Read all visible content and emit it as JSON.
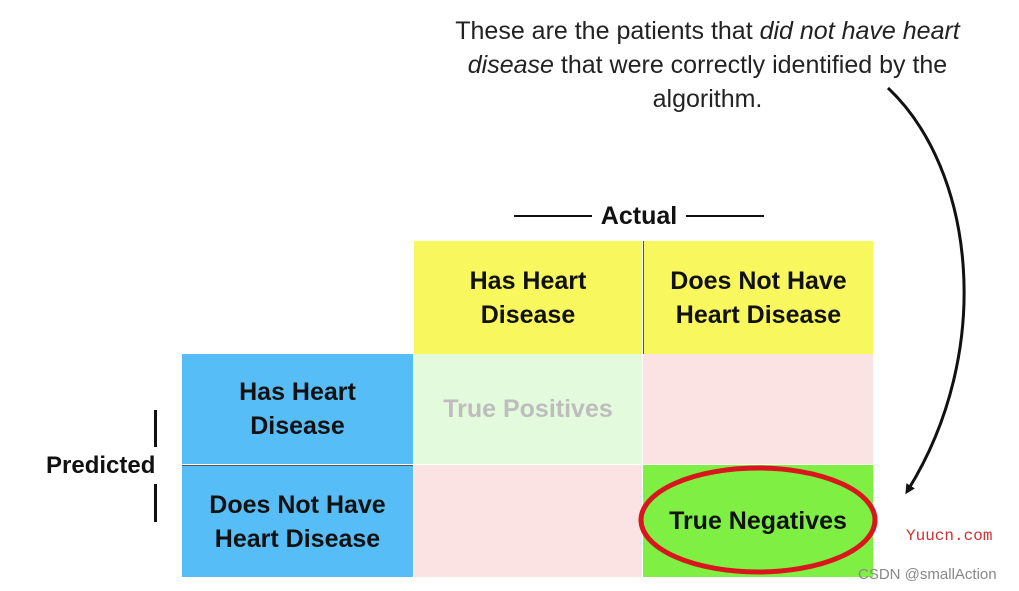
{
  "annotation": {
    "part1": "These are the patients that ",
    "part2": "did not have heart disease",
    "part3": " that were correctly identified by the algorithm."
  },
  "actual_label": "Actual",
  "predicted_label": "Predicted",
  "columns": [
    {
      "label": "Has Heart\nDisease"
    },
    {
      "label": "Does Not Have\nHeart Disease"
    }
  ],
  "rows": [
    {
      "label": "Has Heart\nDisease"
    },
    {
      "label": "Does Not Have\nHeart Disease"
    }
  ],
  "cells": {
    "true_positives": "True Positives",
    "false_positives": "",
    "false_negatives": "",
    "true_negatives": "True Negatives"
  },
  "colors": {
    "header_yellow": "#f8f75d",
    "row_blue": "#56bdf6",
    "true_positive_bg": "#e4fadc",
    "error_pink": "#fbe3e3",
    "true_negative_green": "#7ff043",
    "highlight_red": "#d9161e"
  },
  "watermarks": {
    "yuucn": "Yuucn.com",
    "csdn": "CSDN @smallAction"
  }
}
